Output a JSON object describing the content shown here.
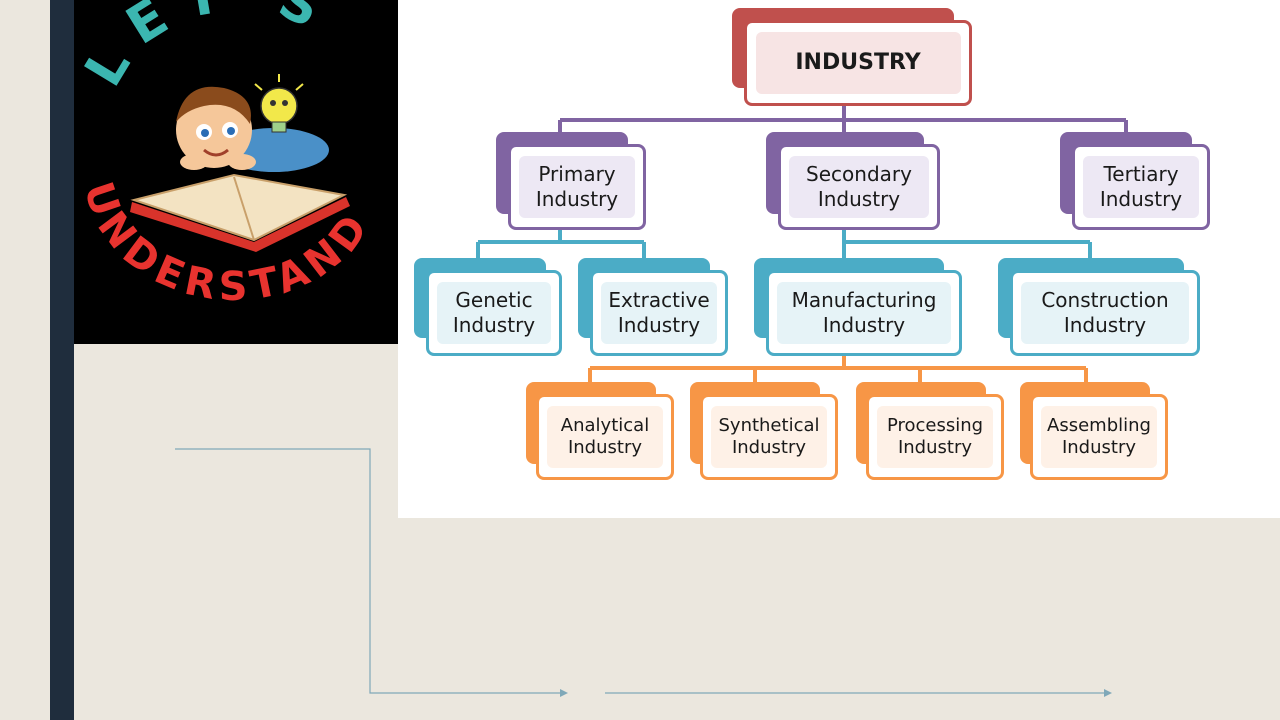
{
  "logo": {
    "top_text": "LET'S",
    "bottom_text": "UNDERSTAND"
  },
  "diagram": {
    "root": {
      "label": "INDUSTRY",
      "color": "#c0504d"
    },
    "level1": {
      "color": "#8064a2",
      "items": [
        {
          "line1": "Primary",
          "line2": "Industry"
        },
        {
          "line1": "Secondary",
          "line2": "Industry"
        },
        {
          "line1": "Tertiary",
          "line2": "Industry"
        }
      ]
    },
    "level2": {
      "color": "#4bacc6",
      "items": [
        {
          "line1": "Genetic",
          "line2": "Industry"
        },
        {
          "line1": "Extractive",
          "line2": "Industry"
        },
        {
          "line1": "Manufacturing",
          "line2": "Industry"
        },
        {
          "line1": "Construction",
          "line2": "Industry"
        }
      ]
    },
    "level3": {
      "color": "#f79646",
      "items": [
        {
          "line1": "Analytical",
          "line2": "Industry"
        },
        {
          "line1": "Synthetical",
          "line2": "Industry"
        },
        {
          "line1": "Processing",
          "line2": "Industry"
        },
        {
          "line1": "Assembling",
          "line2": "Industry"
        }
      ]
    }
  },
  "decor_color": "#7fa8b8"
}
